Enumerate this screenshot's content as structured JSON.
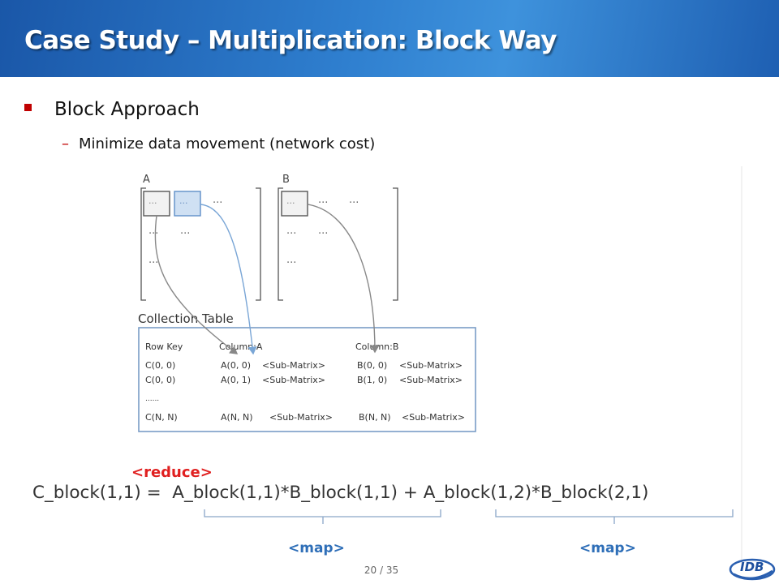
{
  "slide": {
    "title": "Case Study – Multiplication: Block Way",
    "bullet": "Block Approach",
    "sub_bullet": "Minimize data movement (network cost)",
    "page_number": "20 / 35"
  },
  "figure": {
    "matrix_a_label": "A",
    "matrix_b_label": "B",
    "dots": "···",
    "table_title": "Collection Table",
    "table": {
      "headers": [
        "Row Key",
        "Column:A",
        "Column:B"
      ],
      "rows": [
        [
          "C(0, 0)",
          "A(0, 0)",
          "<Sub-Matrix>",
          "B(0, 0)",
          "<Sub-Matrix>"
        ],
        [
          "C(0, 0)",
          "A(0, 1)",
          "<Sub-Matrix>",
          "B(1, 0)",
          "<Sub-Matrix>"
        ],
        [
          "......"
        ],
        [
          "C(N, N)",
          "A(N, N)",
          "<Sub-Matrix>",
          "B(N, N)",
          "<Sub-Matrix>"
        ]
      ]
    },
    "reduce_label": "<reduce>",
    "formula": "C_block(1,1) =  A_block(1,1)*B_block(1,1) + A_block(1,2)*B_block(2,1)",
    "map_label_1": "<map>",
    "map_label_2": "<map>"
  },
  "logo": {
    "text": "IDB"
  },
  "colors": {
    "header_blue": "#2f7fcf",
    "bullet_red": "#c00000",
    "reduce_red": "#e02020",
    "map_blue": "#2f6fb8",
    "table_border": "#7a9cc6",
    "highlight_cell": "#cfe0f3"
  }
}
